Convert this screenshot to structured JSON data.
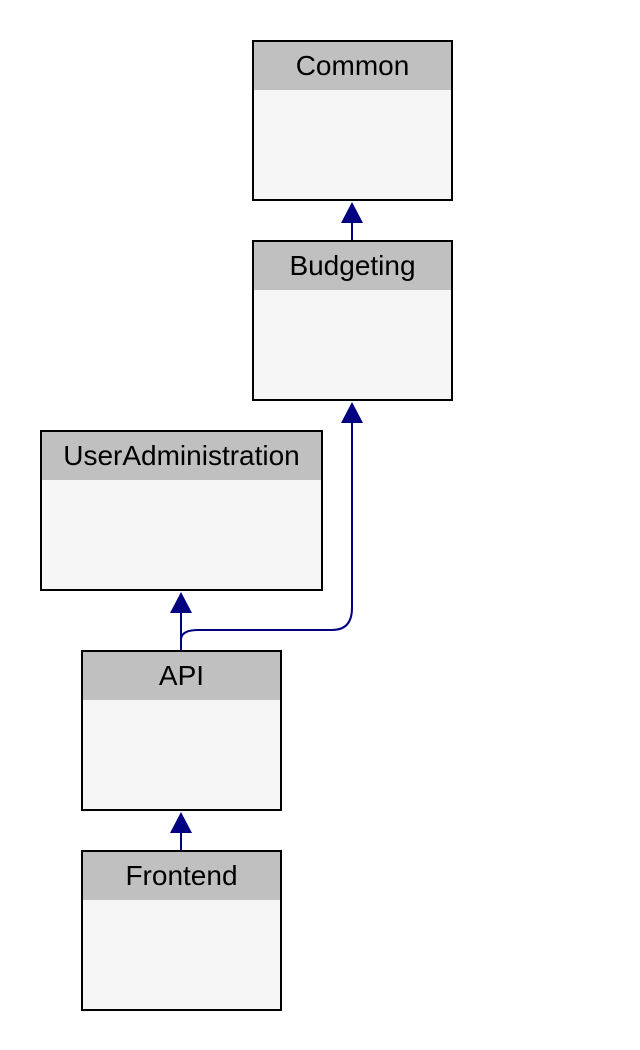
{
  "colors": {
    "header_fill": "#c0c0c0",
    "body_fill": "#f6f6f6",
    "border": "#000000",
    "edge": "#000080"
  },
  "nodes": {
    "common": {
      "label": "Common"
    },
    "budgeting": {
      "label": "Budgeting"
    },
    "user_administration": {
      "label": "UserAdministration"
    },
    "api": {
      "label": "API"
    },
    "frontend": {
      "label": "Frontend"
    }
  },
  "edges": [
    {
      "from": "Budgeting",
      "to": "Common"
    },
    {
      "from": "API",
      "to": "UserAdministration"
    },
    {
      "from": "API",
      "to": "Budgeting"
    },
    {
      "from": "Frontend",
      "to": "API"
    }
  ]
}
